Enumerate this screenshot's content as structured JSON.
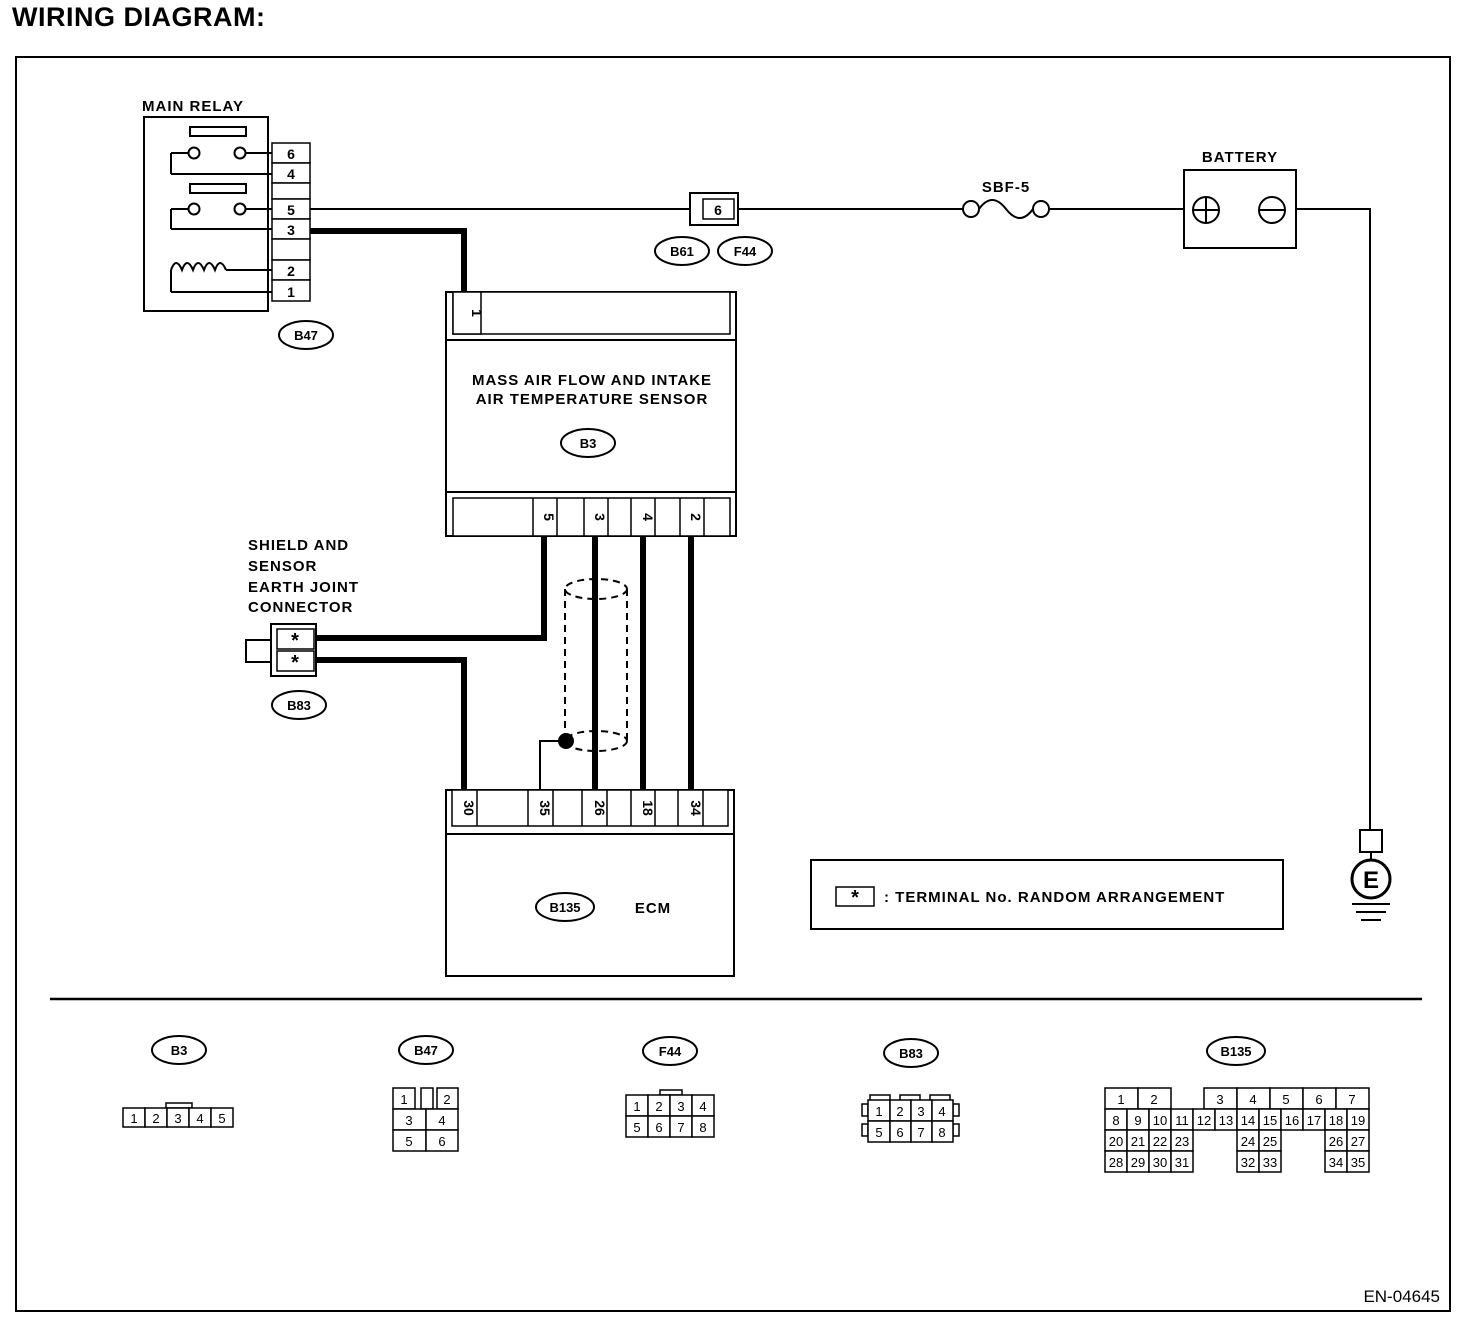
{
  "title": "WIRING DIAGRAM:",
  "drawing_ref": "EN-04645",
  "components": {
    "main_relay": {
      "label": "MAIN RELAY",
      "connector": "B47",
      "pins": [
        "6",
        "4",
        "5",
        "3",
        "2",
        "1"
      ]
    },
    "battery": {
      "label": "BATTERY"
    },
    "fuse": {
      "label": "SBF-5"
    },
    "joint": {
      "pin": "6",
      "connectors": [
        "B61",
        "F44"
      ]
    },
    "maf_sensor": {
      "label_line1": "MASS AIR FLOW AND INTAKE",
      "label_line2": "AIR TEMPERATURE SENSOR",
      "connector": "B3",
      "top_pin": "1",
      "bottom_pins": [
        "5",
        "3",
        "4",
        "2"
      ]
    },
    "shield": {
      "label_lines": [
        "SHIELD AND",
        "SENSOR",
        "EARTH JOINT",
        "CONNECTOR"
      ],
      "connector": "B83",
      "pins": [
        "*",
        "*"
      ]
    },
    "ecm": {
      "label": "ECM",
      "connector": "B135",
      "pins": [
        "30",
        "35",
        "26",
        "18",
        "34"
      ]
    },
    "earth": {
      "label": "E"
    }
  },
  "legend": {
    "symbol": "*",
    "text": ": TERMINAL No. RANDOM ARRANGEMENT"
  },
  "connector_views": {
    "b3": {
      "name": "B3",
      "pins": [
        "1",
        "2",
        "3",
        "4",
        "5"
      ]
    },
    "b47": {
      "name": "B47",
      "pins": [
        "1",
        "2",
        "3",
        "4",
        "5",
        "6"
      ]
    },
    "f44": {
      "name": "F44",
      "pins": [
        "1",
        "2",
        "3",
        "4",
        "5",
        "6",
        "7",
        "8"
      ]
    },
    "b83": {
      "name": "B83",
      "pins": [
        "1",
        "2",
        "3",
        "4",
        "5",
        "6",
        "7",
        "8"
      ]
    },
    "b135": {
      "name": "B135",
      "rows": [
        [
          "1",
          "2",
          "3",
          "4",
          "5",
          "6",
          "7"
        ],
        [
          "8",
          "9",
          "10",
          "11",
          "12",
          "13",
          "14",
          "15",
          "16",
          "17",
          "18",
          "19"
        ],
        [
          "20",
          "21",
          "22",
          "23",
          "24",
          "25",
          "26",
          "27"
        ],
        [
          "28",
          "29",
          "30",
          "31",
          "32",
          "33",
          "34",
          "35"
        ]
      ]
    }
  }
}
